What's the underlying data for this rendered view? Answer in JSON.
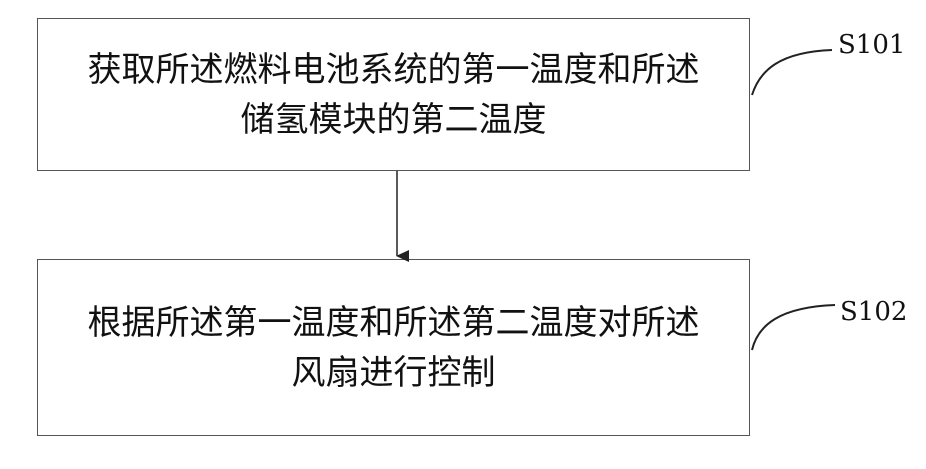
{
  "steps": [
    {
      "id": "S101",
      "label": "S101",
      "line1": "获取所述燃料电池系统的第一温度和所述",
      "line2": "储氢模块的第二温度"
    },
    {
      "id": "S102",
      "label": "S102",
      "line1": "根据所述第一温度和所述第二温度对所述",
      "line2": "风扇进行控制"
    }
  ],
  "colors": {
    "border": "#555555",
    "text": "#111111",
    "arrow": "#222222"
  }
}
